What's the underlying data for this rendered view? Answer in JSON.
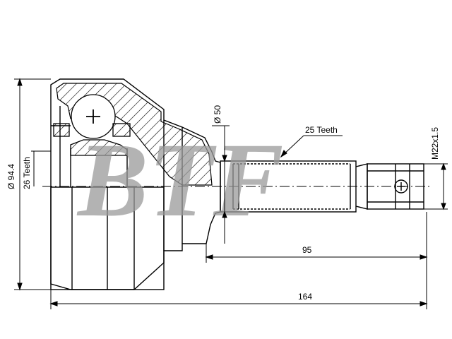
{
  "drawing": {
    "watermark": "BTF",
    "dimensions": {
      "outer_diameter": "Ø 94.4",
      "inner_teeth": "26 Teeth",
      "shaft_diameter": "Ø 50",
      "outer_teeth": "25 Teeth",
      "thread": "M22x1.5",
      "shaft_length": "95",
      "overall_length": "164"
    }
  }
}
